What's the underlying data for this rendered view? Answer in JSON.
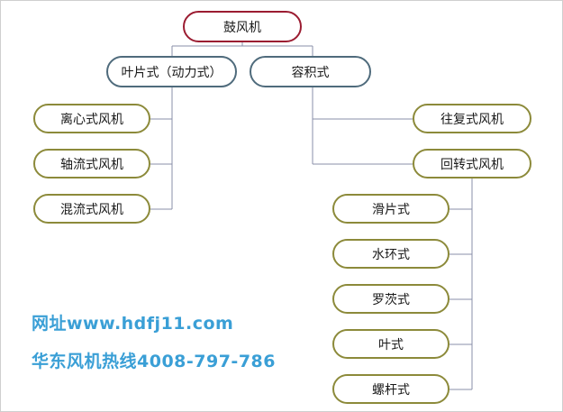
{
  "diagram": {
    "root": "鼓风机",
    "categories": {
      "blade": "叶片式（动力式）",
      "volumetric": "容积式"
    },
    "blade_types": [
      "离心式风机",
      "轴流式风机",
      "混流式风机"
    ],
    "volumetric_types": [
      "往复式风机",
      "回转式风机"
    ],
    "rotary_types": [
      "滑片式",
      "水环式",
      "罗茨式",
      "叶式",
      "螺杆式"
    ]
  },
  "watermark": {
    "line1": "网址www.hdfj11.com",
    "line2": "华东风机热线4008-797-786",
    "color": "#3a9fd6"
  },
  "colors": {
    "root_border": "#9b1c31",
    "category_border": "#4f6b7c",
    "leaf_border": "#8c8a3a",
    "connector": "#8a8fa8"
  }
}
